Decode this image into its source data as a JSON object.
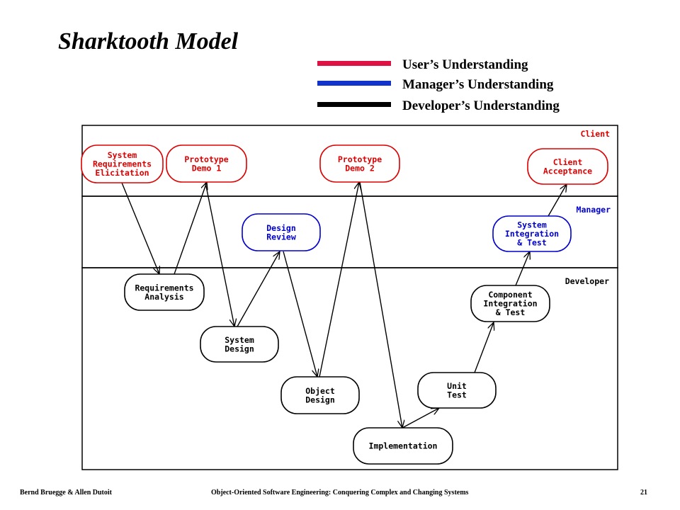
{
  "title": "Sharktooth Model",
  "legend": [
    {
      "label": "User’s Understanding",
      "color": "#dd1144"
    },
    {
      "label": "Manager’s Understanding",
      "color": "#1133cc"
    },
    {
      "label": "Developer’s Understanding",
      "color": "#000000"
    }
  ],
  "lanes": [
    {
      "id": "client",
      "label": "Client",
      "color": "#dd0000"
    },
    {
      "id": "manager",
      "label": "Manager",
      "color": "#0000cc"
    },
    {
      "id": "developer",
      "label": "Developer",
      "color": "#000000"
    }
  ],
  "nodes": [
    {
      "id": "sre",
      "lines": [
        "System",
        "Requirements",
        "Elicitation"
      ],
      "color": "#dd0000"
    },
    {
      "id": "pd1",
      "lines": [
        "Prototype",
        "Demo 1"
      ],
      "color": "#dd0000"
    },
    {
      "id": "pd2",
      "lines": [
        "Prototype",
        "Demo 2"
      ],
      "color": "#dd0000"
    },
    {
      "id": "ca",
      "lines": [
        "Client",
        "Acceptance"
      ],
      "color": "#dd0000"
    },
    {
      "id": "dr",
      "lines": [
        "Design",
        "Review"
      ],
      "color": "#0000cc"
    },
    {
      "id": "sit",
      "lines": [
        "System",
        "Integration",
        "& Test"
      ],
      "color": "#0000cc"
    },
    {
      "id": "ra",
      "lines": [
        "Requirements",
        "Analysis"
      ],
      "color": "#000000"
    },
    {
      "id": "sd",
      "lines": [
        "System",
        "Design"
      ],
      "color": "#000000"
    },
    {
      "id": "od",
      "lines": [
        "Object",
        "Design"
      ],
      "color": "#000000"
    },
    {
      "id": "impl",
      "lines": [
        "Implementation"
      ],
      "color": "#000000"
    },
    {
      "id": "ut",
      "lines": [
        "Unit",
        "Test"
      ],
      "color": "#000000"
    },
    {
      "id": "cit",
      "lines": [
        "Component",
        "Integration",
        "& Test"
      ],
      "color": "#000000"
    }
  ],
  "edges": [
    [
      "sre",
      "ra"
    ],
    [
      "ra",
      "pd1"
    ],
    [
      "pd1",
      "sd"
    ],
    [
      "sd",
      "dr"
    ],
    [
      "dr",
      "od"
    ],
    [
      "od",
      "pd2"
    ],
    [
      "pd2",
      "impl"
    ],
    [
      "impl",
      "ut"
    ],
    [
      "ut",
      "cit"
    ],
    [
      "cit",
      "sit"
    ],
    [
      "sit",
      "ca"
    ]
  ],
  "footer": {
    "left": "Bernd Bruegge & Allen Dutoit",
    "center": "Object-Oriented Software Engineering: Conquering Complex and Changing Systems",
    "right": "21"
  }
}
